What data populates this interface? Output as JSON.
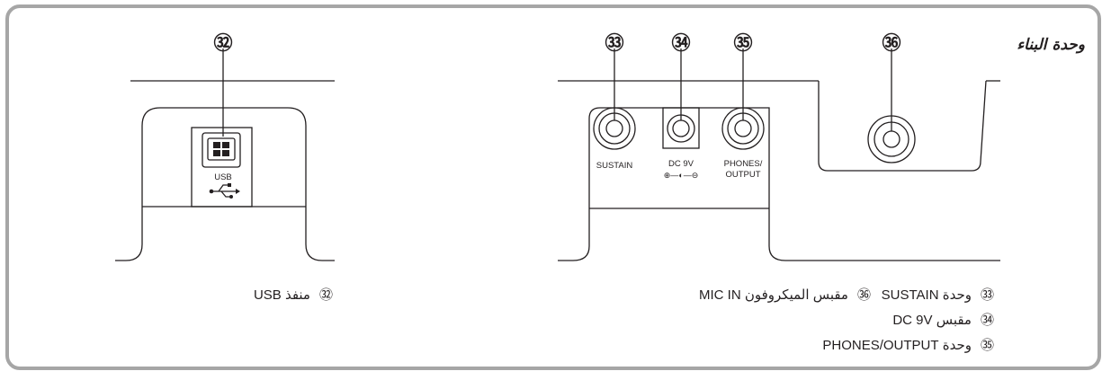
{
  "title": "وحدة البناء",
  "callouts": {
    "c32": "㉜",
    "c33": "㉝",
    "c34": "㉞",
    "c35": "㉟",
    "c36": "㊱"
  },
  "panel_labels": {
    "usb": "USB",
    "sustain": "SUSTAIN",
    "dc_line1": "DC 9V",
    "dc_polarity": "⊕—◐—⊖",
    "phones_line1": "PHONES/",
    "phones_line2": "OUTPUT"
  },
  "captions": [
    {
      "num": "㉜",
      "text": "منفذ USB"
    },
    {
      "num": "㊱",
      "text": "مقبس الميكروفون MIC IN"
    },
    {
      "num": "㉝",
      "text": "وحدة SUSTAIN"
    },
    {
      "num": "㉞",
      "text": "مقبس DC 9V"
    },
    {
      "num": "㉟",
      "text": "وحدة PHONES/OUTPUT"
    }
  ]
}
